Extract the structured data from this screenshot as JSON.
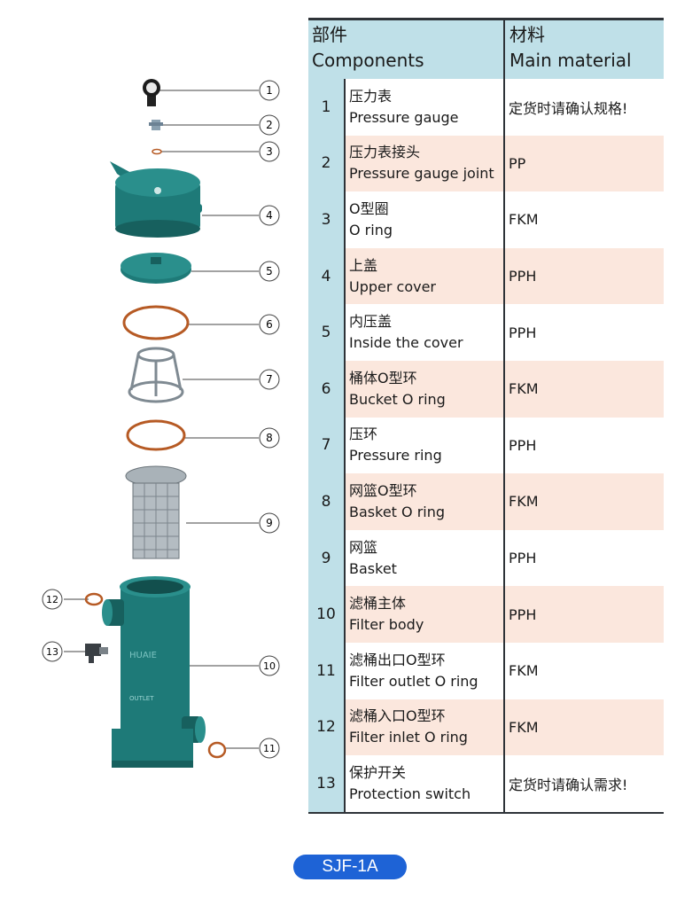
{
  "table": {
    "header_components_zh": "部件",
    "header_components_en": "Components",
    "header_material_zh": "材料",
    "header_material_en": "Main material",
    "rows": [
      {
        "num": "1",
        "zh": "压力表",
        "en": "Pressure gauge",
        "mat": "定货时请确认规格!"
      },
      {
        "num": "2",
        "zh": "压力表接头",
        "en": "Pressure gauge joint",
        "mat": "PP"
      },
      {
        "num": "3",
        "zh": "O型圈",
        "en": "O ring",
        "mat": "FKM"
      },
      {
        "num": "4",
        "zh": "上盖",
        "en": "Upper cover",
        "mat": "PPH"
      },
      {
        "num": "5",
        "zh": "内压盖",
        "en": "Inside  the  cover",
        "mat": "PPH"
      },
      {
        "num": "6",
        "zh": "桶体O型环",
        "en": "Bucket O ring",
        "mat": "FKM"
      },
      {
        "num": "7",
        "zh": "压环",
        "en": "Pressure ring",
        "mat": "PPH"
      },
      {
        "num": "8",
        "zh": "网篮O型环",
        "en": "Basket O ring",
        "mat": "FKM"
      },
      {
        "num": "9",
        "zh": "网篮",
        "en": "Basket",
        "mat": "PPH"
      },
      {
        "num": "10",
        "zh": "滤桶主体",
        "en": "Filter body",
        "mat": "PPH"
      },
      {
        "num": "11",
        "zh": "滤桶出口O型环",
        "en": "Filter outlet O ring",
        "mat": "FKM"
      },
      {
        "num": "12",
        "zh": "滤桶入口O型环",
        "en": "Filter inlet O ring",
        "mat": "FKM"
      },
      {
        "num": "13",
        "zh": "保护开关",
        "en": "Protection switch",
        "mat": "定货时请确认需求!"
      }
    ]
  },
  "diagram": {
    "callouts": [
      "1",
      "2",
      "3",
      "4",
      "5",
      "6",
      "7",
      "8",
      "9",
      "10",
      "11",
      "12",
      "13"
    ],
    "body_text": "OUTLET",
    "brand_text": "HUAIE"
  },
  "model_badge": "SJF-1A",
  "colors": {
    "header_bg": "#bfe0e8",
    "alt_row_bg": "#fbe7dd",
    "part_teal": "#1e7a78",
    "oring_orange": "#b65a24",
    "badge_blue": "#1e63d6"
  }
}
